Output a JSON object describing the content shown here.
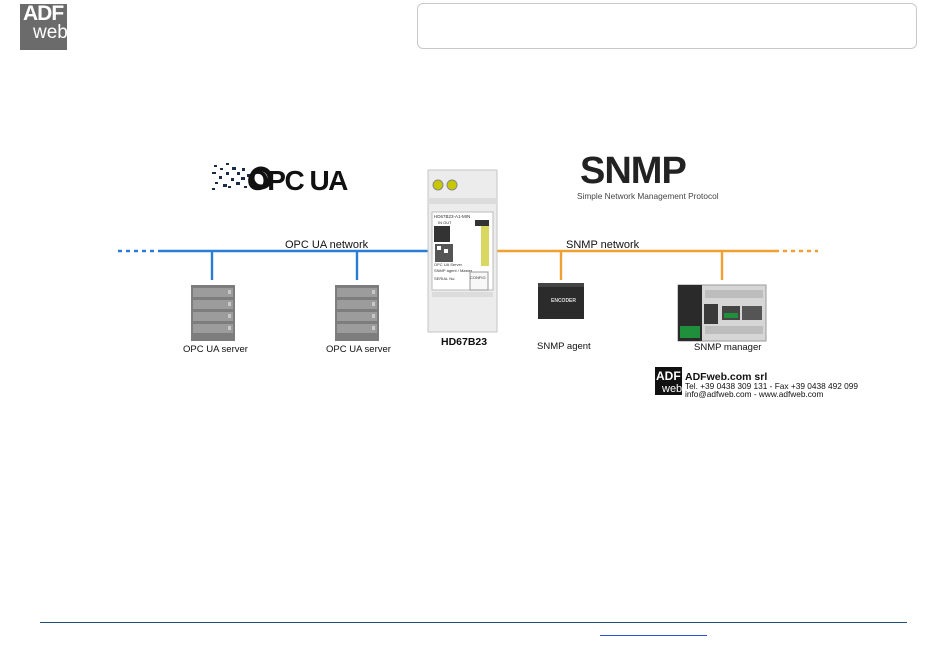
{
  "header": {
    "logo_top": "ADF",
    "logo_bottom": "web"
  },
  "logos": {
    "opc": "OPC UA",
    "snmp": "SNMP",
    "snmp_sub": "Simple Network Management Protocol"
  },
  "networks": {
    "left": "OPC UA network",
    "right": "SNMP network"
  },
  "device": {
    "name": "HD67B23",
    "label_lines": [
      "HD67B23-A1-MIN",
      "IN    OUT",
      "OPC UA Server",
      "SNMP agent / Master",
      "SERIAL No."
    ],
    "badge": "CONFIG"
  },
  "nodes": {
    "server1": "OPC UA server",
    "server2": "OPC UA server",
    "agent": "SNMP agent",
    "agent_device": "ENCODER",
    "manager": "SNMP manager"
  },
  "contact": {
    "company": "ADFweb.com srl",
    "phone": "Tel. +39 0438 309 131 - Fax +39 0438 492 099",
    "email": "info@adfweb.com - www.adfweb.com",
    "logo_top": "ADF",
    "logo_bottom": "web"
  },
  "colors": {
    "opc_line": "#2a7dd6",
    "snmp_line": "#f0a030",
    "footer_line": "#1f4f7a"
  }
}
